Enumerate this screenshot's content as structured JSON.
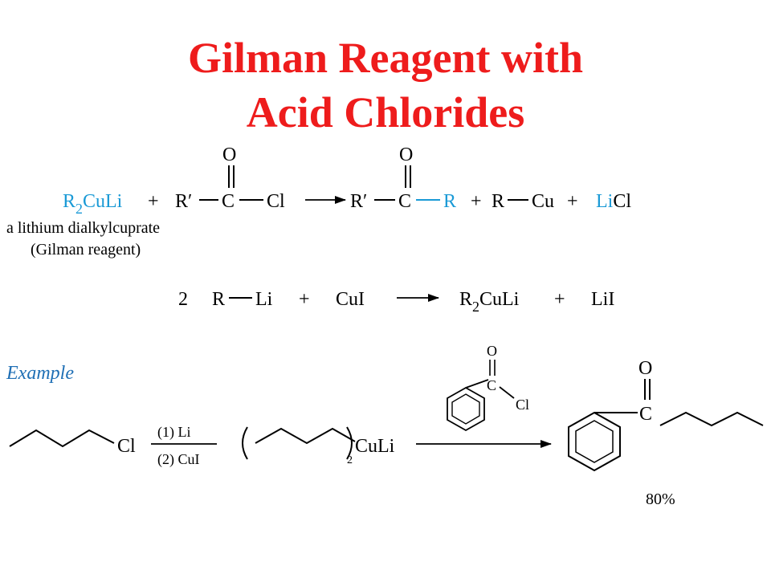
{
  "title": {
    "line1": "Gilman Reagent with",
    "line2": "Acid Chlorides"
  },
  "colors": {
    "title": "#ee1c1c",
    "accent_blue": "#1a9ad6",
    "ink": "#000000"
  },
  "reaction1": {
    "reagent_R": "R",
    "reagent_sub": "2",
    "reagent_rest": "CuLi",
    "plus1": "+",
    "r_prime_1": "R′",
    "carbonyl_O_1": "O",
    "carbonyl_C_1": "C",
    "chlorine": "Cl",
    "r_prime_2": "R′",
    "carbonyl_O_2": "O",
    "carbonyl_C_2": "C",
    "product_R": "R",
    "plus2": "+",
    "side_R": "R",
    "side_Cu": "Cu",
    "plus3": "+",
    "licl_Li": "Li",
    "licl_Cl": "Cl",
    "caption_line1": "a lithium dialkylcuprate",
    "caption_line2": "(Gilman reagent)"
  },
  "reaction2": {
    "coefficient": "2",
    "r": "R",
    "li": "Li",
    "plus1": "+",
    "cui": "CuI",
    "prod_R": "R",
    "prod_sub": "2",
    "prod_rest": "CuLi",
    "plus2": "+",
    "lii": "LiI"
  },
  "example": {
    "label": "Example",
    "start_cl": "Cl",
    "step1": "(1)  Li",
    "step2": "(2)  CuI",
    "cuprate_sub": "2",
    "cuprate_label": "CuLi",
    "reagent_O": "O",
    "reagent_C": "C",
    "reagent_Cl": "Cl",
    "product_O": "O",
    "product_C": "C",
    "yield": "80%"
  }
}
